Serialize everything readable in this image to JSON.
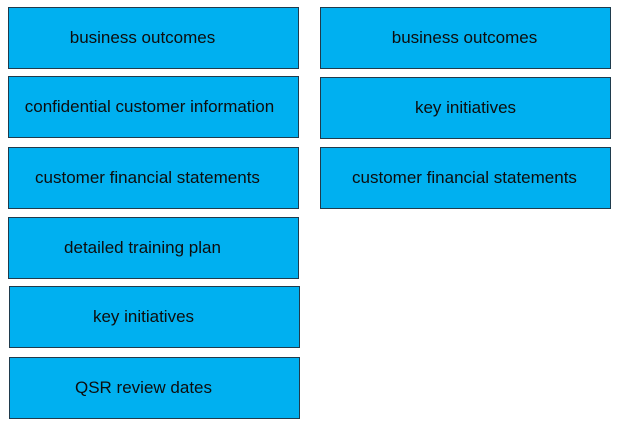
{
  "source_items": [
    {
      "label": "business outcomes"
    },
    {
      "label": "confidential customer information"
    },
    {
      "label": "customer financial statements"
    },
    {
      "label": "detailed training plan"
    },
    {
      "label": "key initiatives"
    },
    {
      "label": "QSR review dates"
    }
  ],
  "answer_items": [
    {
      "label": "business outcomes"
    },
    {
      "label": "key initiatives"
    },
    {
      "label": "customer financial statements"
    }
  ],
  "colors": {
    "box_fill": "#00b0f0",
    "box_border": "#1f3b4d",
    "text": "#0d0d0d"
  }
}
